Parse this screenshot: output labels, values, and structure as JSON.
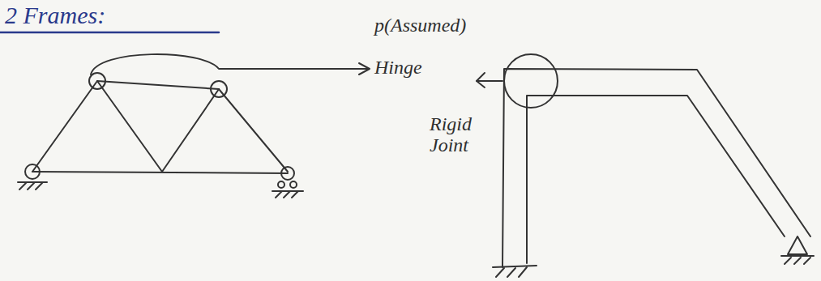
{
  "diagram": {
    "title": "2 Frames:",
    "labels": [
      "p(Assumed)",
      "Hinge",
      "Rigid Joint"
    ]
  }
}
